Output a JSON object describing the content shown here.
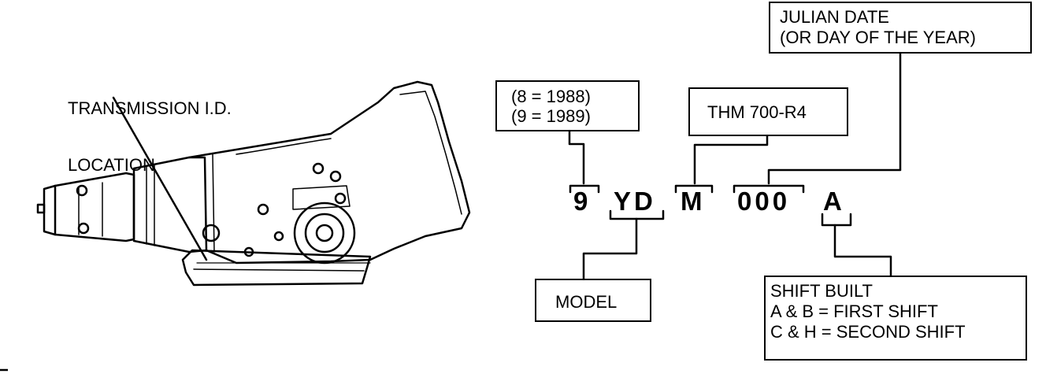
{
  "callout_transmission_id": [
    "TRANSMISSION I.D.",
    "LOCATION"
  ],
  "box_year": [
    "(8 = 1988)",
    "(9 = 1989)"
  ],
  "box_model_name": "THM 700-R4",
  "box_julian": [
    "JULIAN DATE",
    "(OR DAY OF THE YEAR)"
  ],
  "box_model": "MODEL",
  "box_shift": [
    "SHIFT BUILT",
    "A & B = FIRST SHIFT",
    "C & H = SECOND SHIFT"
  ],
  "code": {
    "year": "9",
    "model": "YD",
    "model_name": "M",
    "julian": "000",
    "shift": "A"
  }
}
